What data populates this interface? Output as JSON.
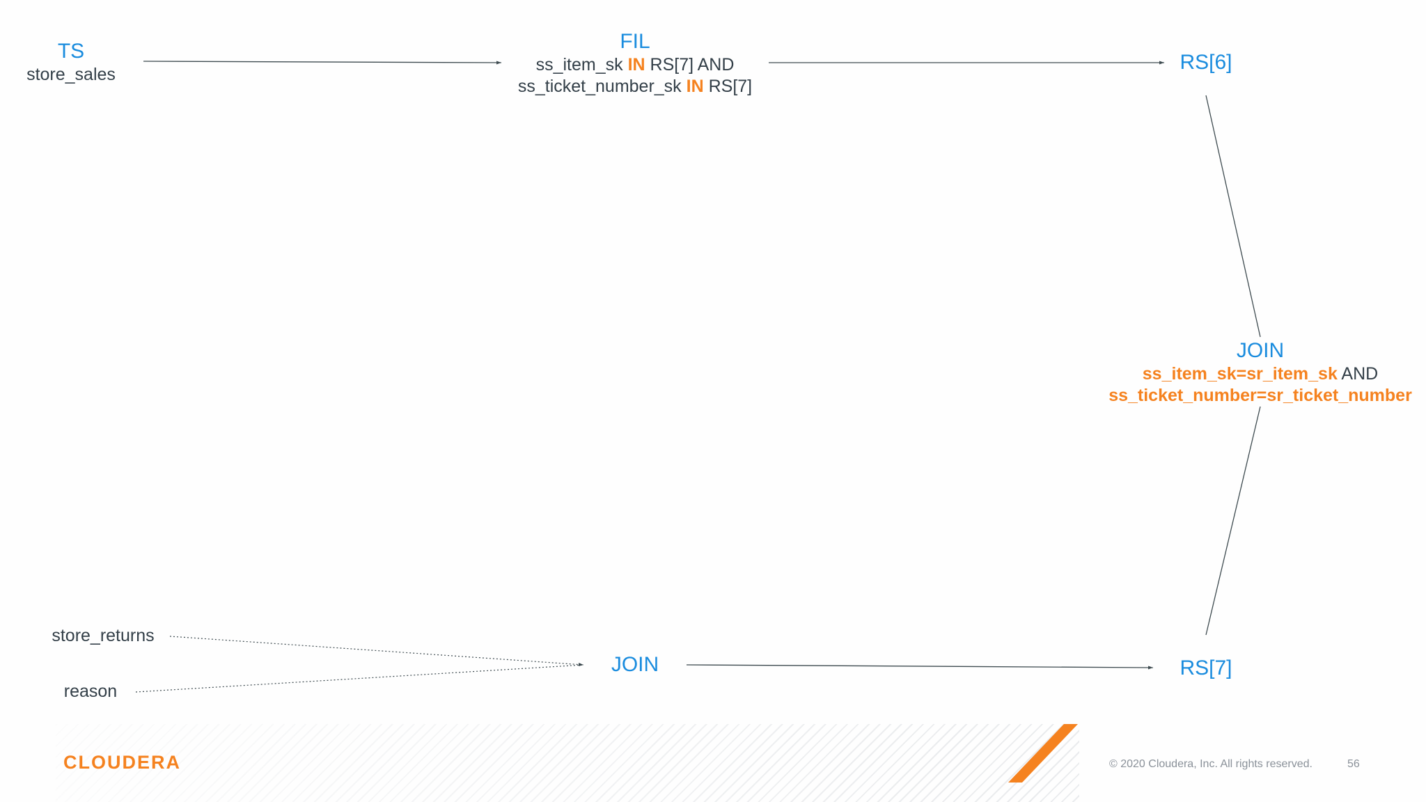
{
  "nodes": {
    "ts": {
      "op": "TS",
      "table": "store_sales"
    },
    "fil": {
      "op": "FIL",
      "line1_pre": "ss_item_sk ",
      "line1_kw": "IN",
      "line1_post": " RS[7] AND",
      "line2_pre": "ss_ticket_number_sk ",
      "line2_kw": "IN",
      "line2_post": " RS[7]"
    },
    "rs6": {
      "op": "RS[6]"
    },
    "join_top": {
      "op": "JOIN",
      "cond1": "ss_item_sk=sr_item_sk",
      "cond1_and": " AND",
      "cond2": "ss_ticket_number=sr_ticket_number"
    },
    "store_returns": {
      "label": "store_returns"
    },
    "reason": {
      "label": "reason"
    },
    "join_bottom": {
      "op": "JOIN"
    },
    "rs7": {
      "op": "RS[7]"
    }
  },
  "footer": {
    "logo": "CLOUDERA",
    "copyright": "© 2020 Cloudera, Inc. All rights reserved.",
    "page_number": "56"
  },
  "colors": {
    "operator": "#1a8cde",
    "text": "#333f48",
    "highlight": "#f5821f",
    "edge": "#3d4a4f",
    "footer_text": "#8a9199"
  }
}
